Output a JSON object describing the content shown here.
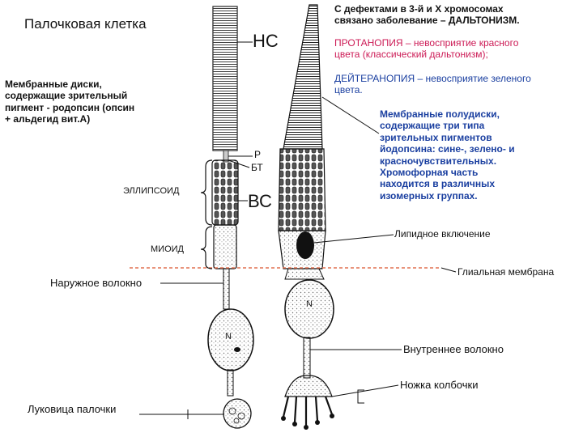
{
  "title": "Палочковая  клетка",
  "labels": {
    "nc": "НС",
    "vc": "ВС",
    "r": "Р",
    "bt": "БТ",
    "ellipsoid": "ЭЛЛИПСОИД",
    "myoid": "МИОИД",
    "outer_fiber": "Наружное волокно",
    "inner_fiber": "Внутреннее волокно",
    "cone_foot": "Ножка колбочки",
    "rod_bulb": "Луковица палочки",
    "lipid": "Липидное включение",
    "glial": "Глиальная мембрана",
    "nucleus_rod": "N",
    "nucleus_cone": "N"
  },
  "texts": {
    "membrane_discs": [
      "Мембранные диски,",
      "содержащие зрительный",
      "пигмент - родопсин   (опсин",
      "+ альдегид вит.А)"
    ],
    "defects": [
      "С дефектами в 3-й и Х хромосомах",
      "связано заболевание – ДАЛЬТОНИЗМ."
    ],
    "protanopia": [
      "ПРОТАНОПИЯ – невосприятие красного",
      "цвета (классический дальтонизм);"
    ],
    "deuteranopia": [
      "ДЕЙТЕРАНОПИЯ – невосприятие зеленого",
      "цвета."
    ],
    "half_discs": [
      "Мембранные полудиски,",
      "содержащие три типа",
      "зрительных пигментов",
      "йодопсина: сине-, зелено- и",
      "красночувствительных.",
      "Хромофорная часть",
      "находится в различных",
      "изомерных группах."
    ]
  },
  "colors": {
    "red_text": "#cc1a55",
    "blue_text": "#1a3fa0",
    "glial_line": "#e07050"
  }
}
